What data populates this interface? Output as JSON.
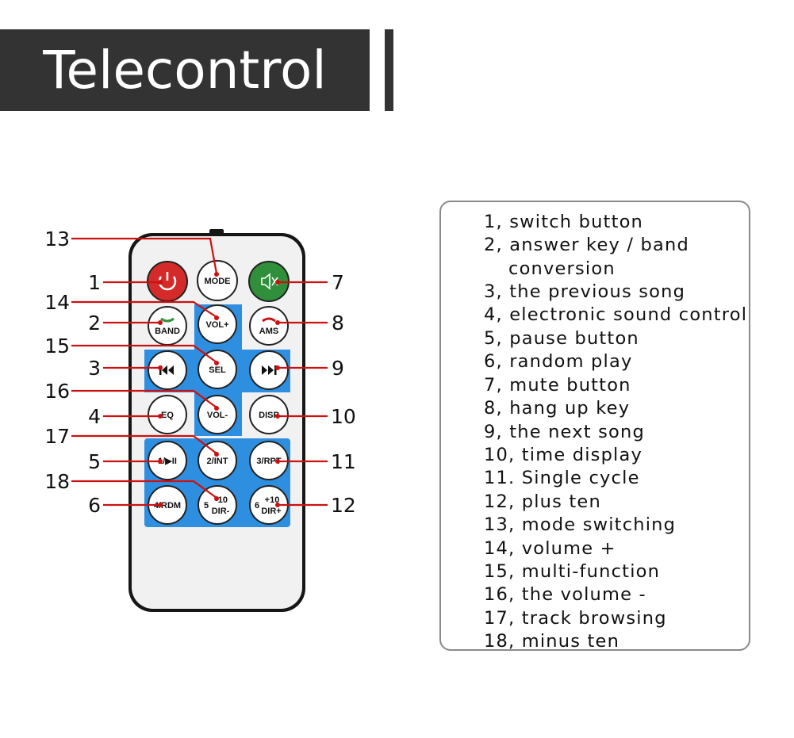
{
  "header": {
    "title": "Telecontrol"
  },
  "remote": {
    "buttons": {
      "power": {
        "icon": "power-icon"
      },
      "mode": "MODE",
      "mute": {
        "icon": "mute-speaker-icon"
      },
      "band": "BAND",
      "vol_plus": "VOL+",
      "ams": "AMS",
      "prev": {
        "icon": "previous-track-icon"
      },
      "sel": "SEL",
      "next": {
        "icon": "next-track-icon"
      },
      "eq": "EQ",
      "vol_minus": "VOL-",
      "disp": "DISP",
      "b1": "1/▶II",
      "b2": "2/INT",
      "b3": "3/RPT",
      "b4": "4/RDM",
      "b5": {
        "num": "5",
        "top": "-10",
        "bottom": "DIR-"
      },
      "b6": {
        "num": "6",
        "top": "+10",
        "bottom": "DIR+"
      }
    },
    "colors": {
      "power": "#d42a2a",
      "mute": "#2f8f3a",
      "panel": "#2e8fe0",
      "callout_line": "#cc1111"
    }
  },
  "callouts": {
    "n1": "1",
    "n2": "2",
    "n3": "3",
    "n4": "4",
    "n5": "5",
    "n6": "6",
    "n7": "7",
    "n8": "8",
    "n9": "9",
    "n10": "10",
    "n11": "11",
    "n12": "12",
    "n13": "13",
    "n14": "14",
    "n15": "15",
    "n16": "16",
    "n17": "17",
    "n18": "18"
  },
  "legend": {
    "items": [
      "1, switch button",
      "2, answer key / band",
      "conversion",
      "3, the previous song",
      "4, electronic sound control",
      "5, pause button",
      "6, random play",
      "7, mute button",
      "8, hang up key",
      "9, the next song",
      "10, time display",
      "11. Single cycle",
      "12, plus ten",
      "13, mode switching",
      "14, volume +",
      "15, multi-function",
      "16, the volume -",
      "17, track browsing",
      "18, minus ten"
    ]
  }
}
